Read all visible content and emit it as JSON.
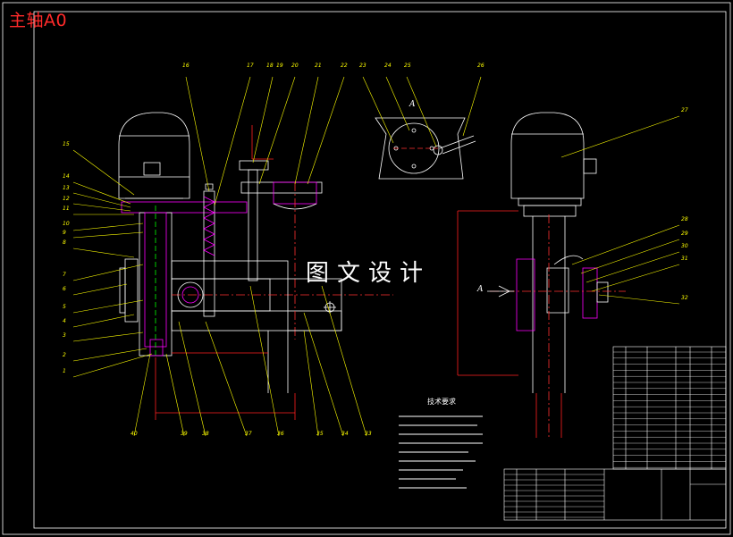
{
  "drawing_title": "主轴A0",
  "watermark": "图文设计",
  "tech_requirements_title": "技术要求",
  "section_label": "A",
  "part_numbers": [
    "1",
    "2",
    "3",
    "4",
    "5",
    "6",
    "7",
    "8",
    "9",
    "10",
    "11",
    "12",
    "13",
    "14",
    "15",
    "16",
    "17",
    "18",
    "19",
    "20",
    "21",
    "22",
    "23",
    "24",
    "25",
    "26",
    "27",
    "28",
    "29",
    "30",
    "31",
    "32",
    "33",
    "34",
    "35",
    "36",
    "37",
    "38",
    "39",
    "40"
  ],
  "colors": {
    "background": "#000000",
    "outline": "#ffffff",
    "leader": "#ffff00",
    "section_hatch": "#ff00ff",
    "centerline": "#ff3030",
    "dimension": "#ff2020",
    "title_red": "#ff2a2a",
    "center_green": "#00ff00"
  }
}
